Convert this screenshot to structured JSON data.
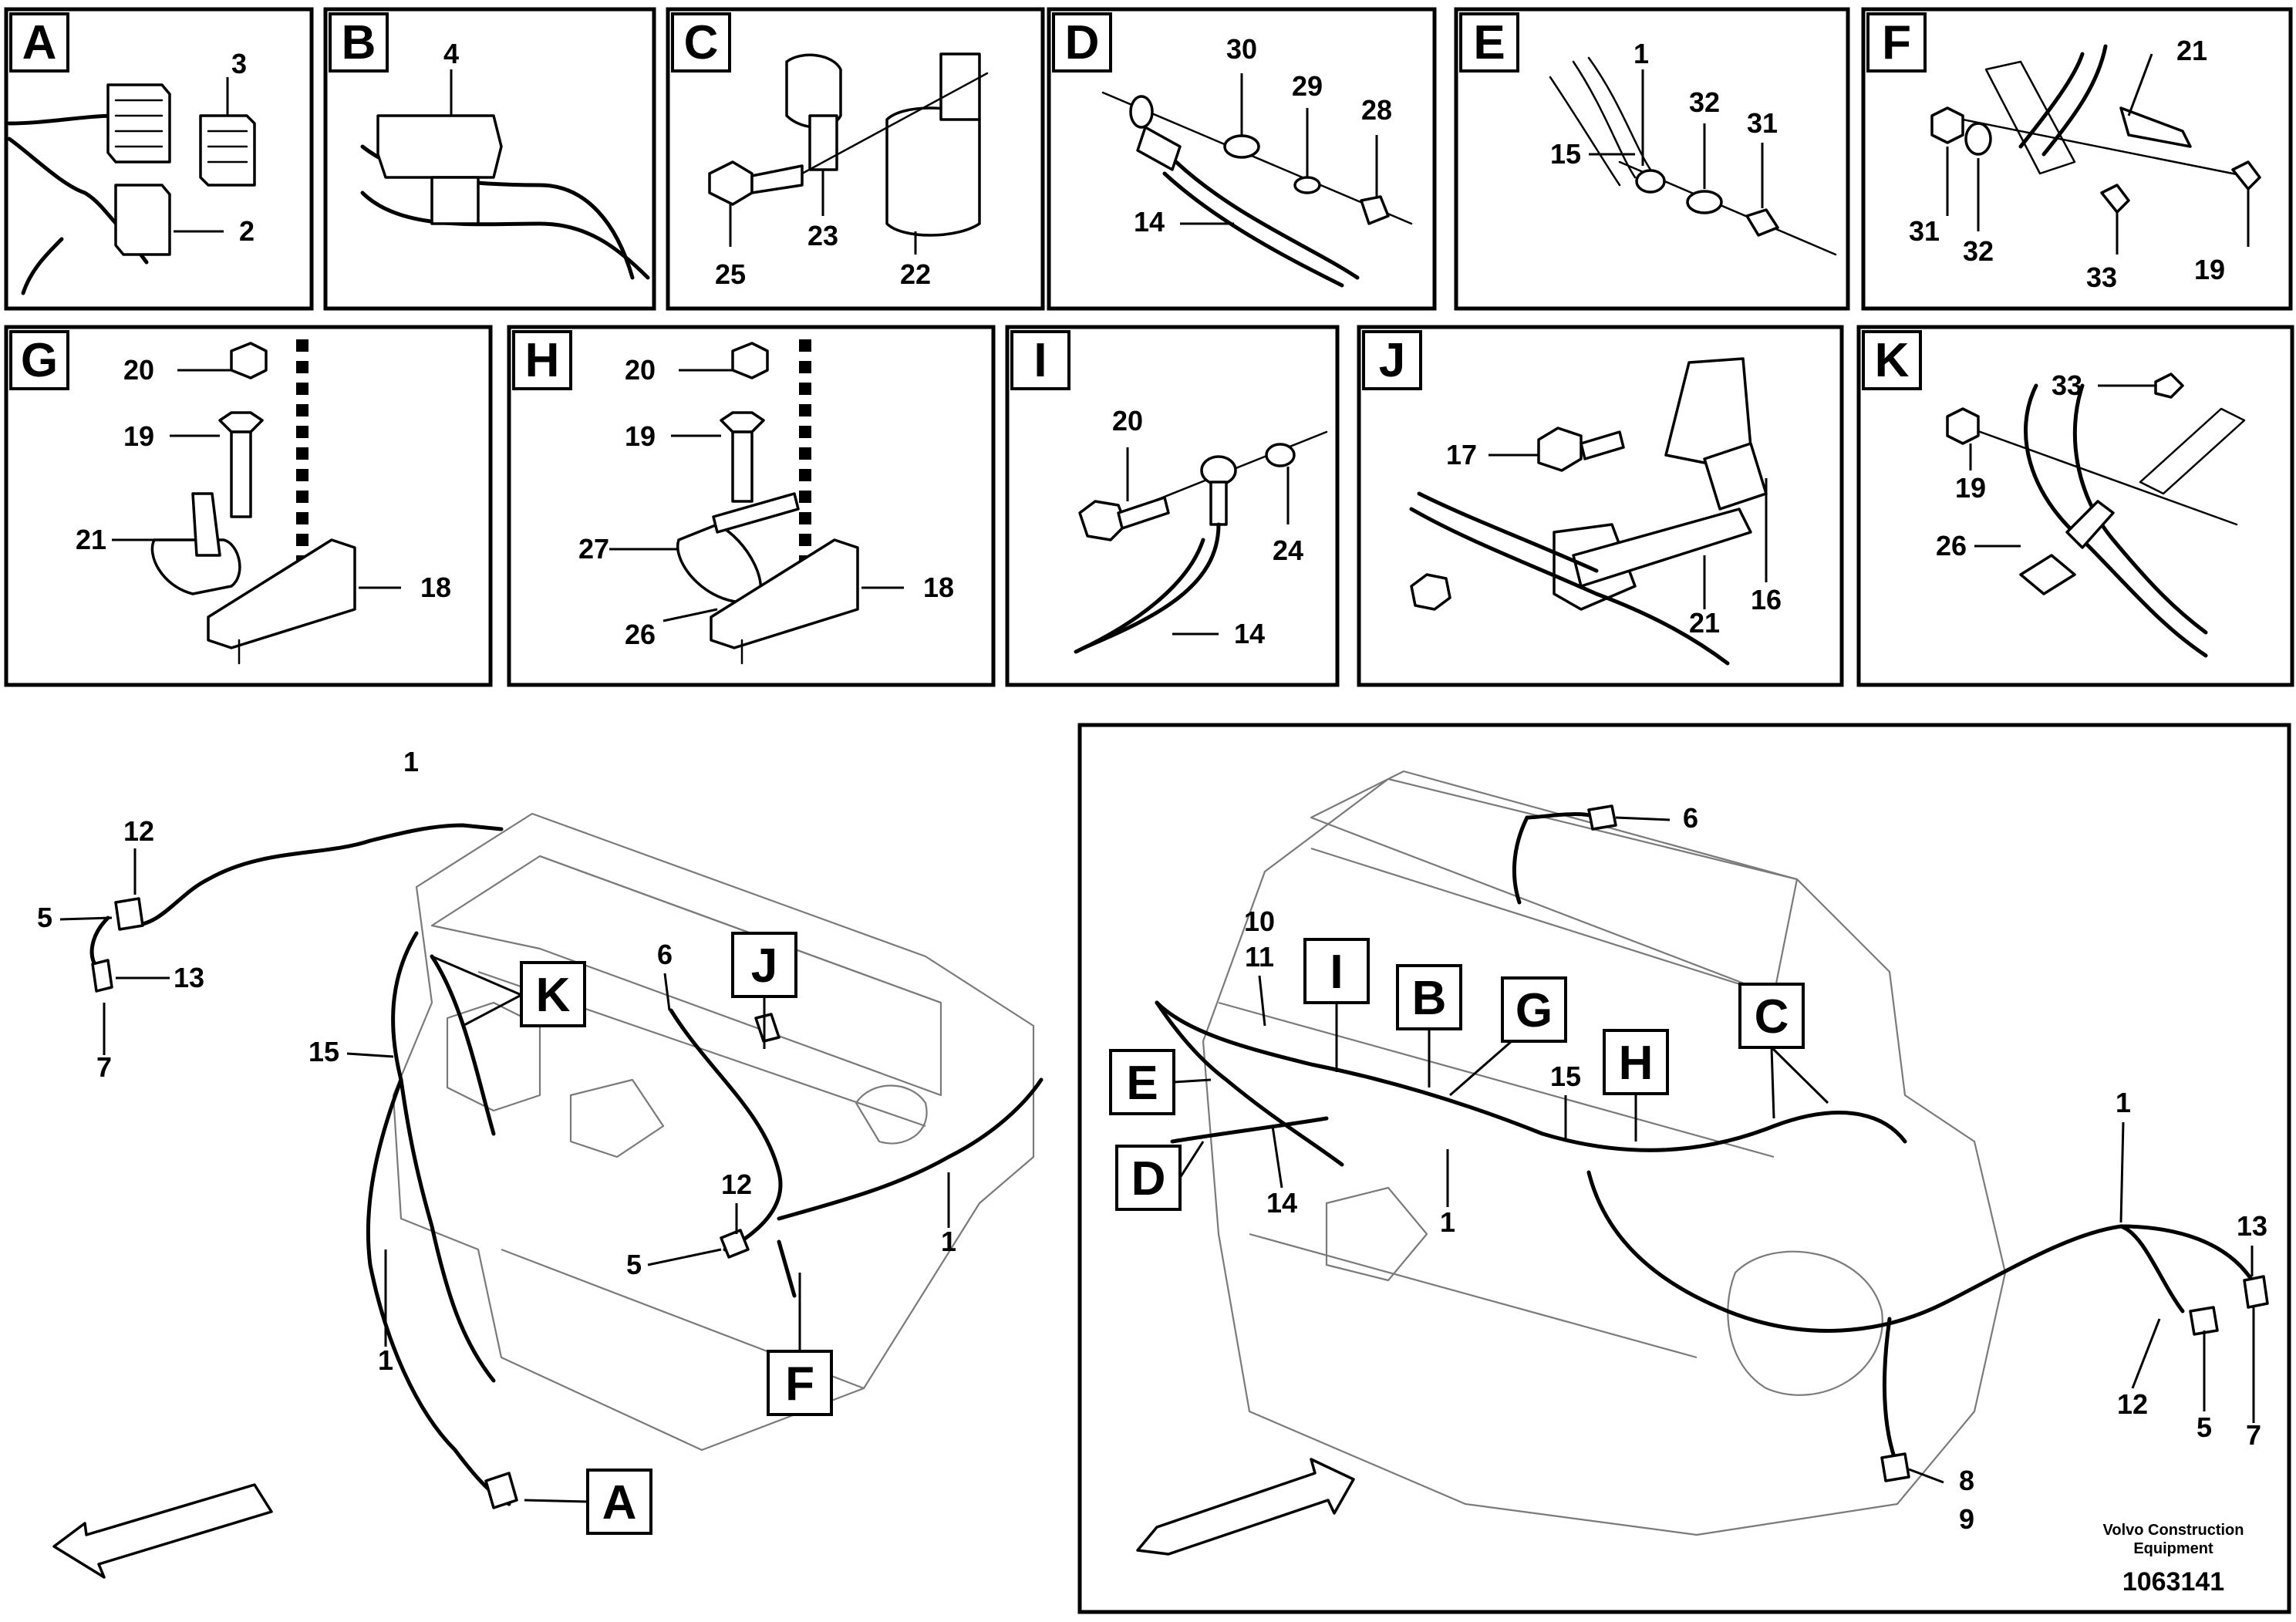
{
  "detail_panels": [
    {
      "letter": "A",
      "parts": [
        "3",
        "2"
      ]
    },
    {
      "letter": "B",
      "parts": [
        "4"
      ]
    },
    {
      "letter": "C",
      "parts": [
        "25",
        "23",
        "22"
      ]
    },
    {
      "letter": "D",
      "parts": [
        "30",
        "29",
        "28",
        "14"
      ]
    },
    {
      "letter": "E",
      "parts": [
        "1",
        "15",
        "32",
        "31"
      ]
    },
    {
      "letter": "F",
      "parts": [
        "21",
        "31",
        "32",
        "33",
        "19"
      ]
    },
    {
      "letter": "G",
      "parts": [
        "20",
        "19",
        "21",
        "18"
      ]
    },
    {
      "letter": "H",
      "parts": [
        "20",
        "19",
        "27",
        "26",
        "18"
      ]
    },
    {
      "letter": "I",
      "parts": [
        "20",
        "24",
        "14"
      ]
    },
    {
      "letter": "J",
      "parts": [
        "17",
        "16",
        "21"
      ]
    },
    {
      "letter": "K",
      "parts": [
        "33",
        "19",
        "26"
      ]
    }
  ],
  "left_view": {
    "callouts": [
      "K",
      "J",
      "F",
      "A"
    ],
    "parts": [
      "1",
      "12",
      "5",
      "13",
      "7",
      "15",
      "1",
      "6",
      "12",
      "5",
      "1"
    ]
  },
  "right_view": {
    "callouts": [
      "I",
      "B",
      "G",
      "C",
      "E",
      "H",
      "D"
    ],
    "parts": [
      "6",
      "10",
      "11",
      "15",
      "14",
      "1",
      "1",
      "13",
      "12",
      "5",
      "7",
      "8",
      "9"
    ]
  },
  "footer": {
    "credit_line1": "Volvo Construction",
    "credit_line2": "Equipment",
    "doc_number": "1063141"
  }
}
